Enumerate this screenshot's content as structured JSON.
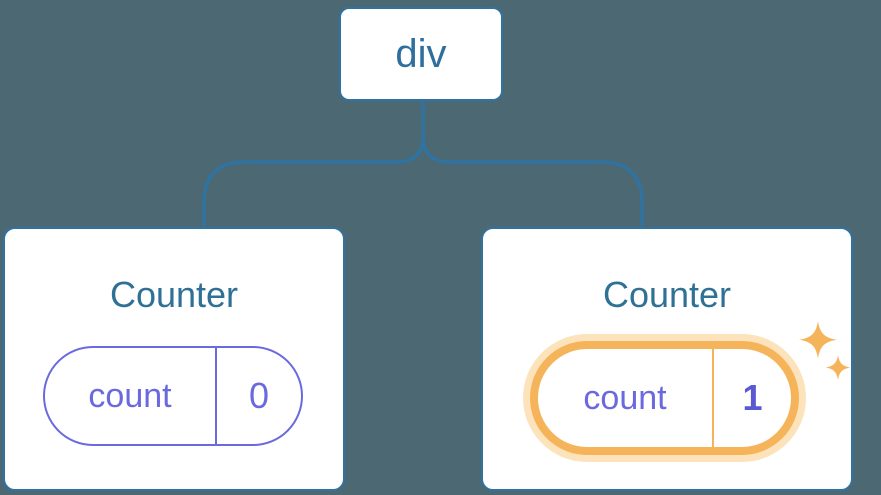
{
  "diagram": {
    "background": "#4c6872",
    "colors": {
      "tree_blue": "#3073a1",
      "node_text_blue": "#2e6f9d",
      "title_blue": "#2f7195",
      "state_purple": "#6b69de",
      "state_value_bold_purple": "#5a58d2",
      "highlight_orange": "#f6b45a",
      "highlight_halo_orange": "#fce3bc",
      "node_fill": "#ffffff"
    },
    "root": {
      "label": "div"
    },
    "children": [
      {
        "title": "Counter",
        "state_key": "count",
        "state_value": "0",
        "highlighted": false
      },
      {
        "title": "Counter",
        "state_key": "count",
        "state_value": "1",
        "highlighted": true,
        "icon": "sparkles-icon"
      }
    ]
  }
}
